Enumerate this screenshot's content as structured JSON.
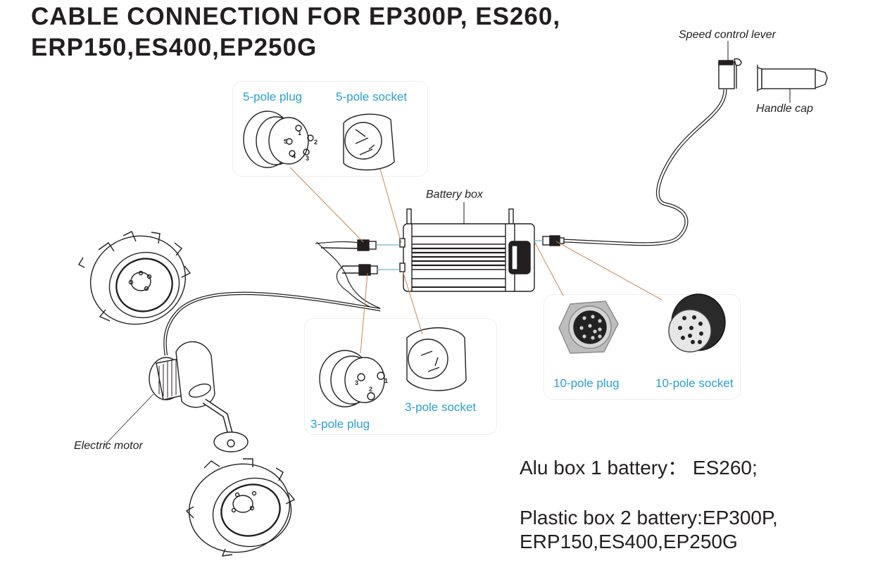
{
  "title": {
    "line1": "CABLE CONNECTION FOR EP300P, ES260,",
    "line2": "ERP150,ES400,EP250G"
  },
  "labels": {
    "speed_control_lever": "Speed control lever",
    "handle_cap": "Handle cap",
    "battery_box": "Battery box",
    "electric_motor": "Electric motor"
  },
  "connectors": {
    "five_pole_plug": "5-pole plug",
    "five_pole_socket": "5-pole socket",
    "three_pole_plug": "3-pole plug",
    "three_pole_socket": "3-pole socket",
    "ten_pole_plug": "10-pole plug",
    "ten_pole_socket": "10-pole socket",
    "five_pole_plug_pins": [
      "1",
      "2",
      "3",
      "4",
      "5"
    ],
    "three_pole_plug_pins": [
      "1",
      "2",
      "3"
    ]
  },
  "notes": {
    "alu_box": "Alu box 1 battery： ES260;",
    "plastic_box_line1": "Plastic box 2 battery:EP300P,",
    "plastic_box_line2": "ERP150,ES400,EP250G"
  },
  "colors": {
    "label_blue": "#2a9fd6",
    "leader_orange": "#c8874a",
    "cable_blue": "#6fb7cc",
    "ink": "#231f20"
  }
}
